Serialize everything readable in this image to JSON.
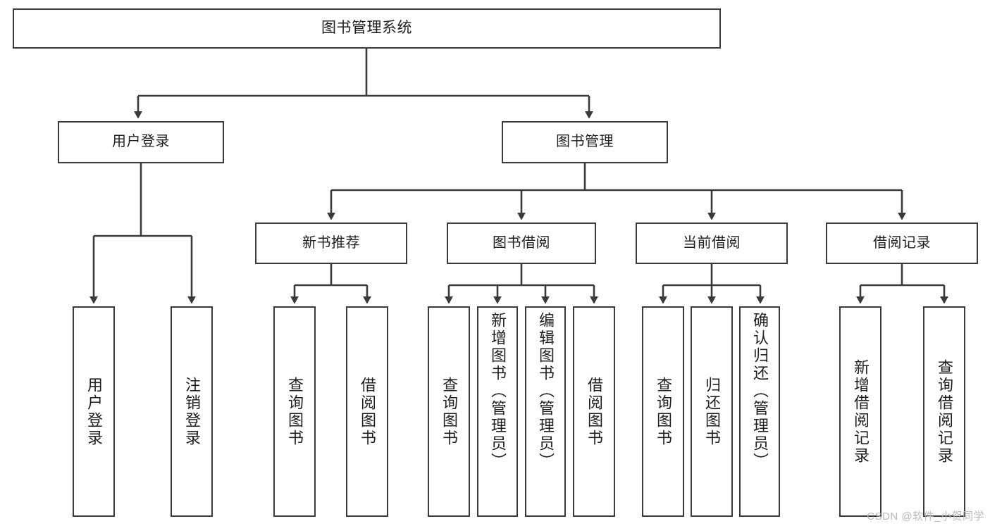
{
  "diagram": {
    "title": "图书管理系统",
    "watermark": "CSDN @软件_小贺同学",
    "colors": {
      "background": "#ffffff",
      "box_border": "#3a3a3a",
      "box_fill": "#ffffff",
      "connector": "#3a3a3a",
      "text": "#1f1f1f",
      "watermark": "#b9b9b9"
    },
    "root": {
      "label": "图书管理系统"
    },
    "level1": [
      {
        "label": "用户登录"
      },
      {
        "label": "图书管理"
      }
    ],
    "level2": [
      {
        "label": "新书推荐"
      },
      {
        "label": "图书借阅"
      },
      {
        "label": "当前借阅"
      },
      {
        "label": "借阅记录"
      }
    ],
    "leaves": {
      "user_login": [
        {
          "label": "用户登录"
        },
        {
          "label": "注销登录"
        }
      ],
      "new_book_recommend": [
        {
          "label": "查询图书"
        },
        {
          "label": "借阅图书"
        }
      ],
      "book_borrow": [
        {
          "label": "查询图书"
        },
        {
          "label": "新增图书（管理员）"
        },
        {
          "label": "编辑图书（管理员）"
        },
        {
          "label": "借阅图书"
        }
      ],
      "current_borrow": [
        {
          "label": "查询图书"
        },
        {
          "label": "归还图书"
        },
        {
          "label": "确认归还（管理员）"
        }
      ],
      "borrow_record": [
        {
          "label": "新增借阅记录"
        },
        {
          "label": "查询借阅记录"
        }
      ]
    }
  }
}
